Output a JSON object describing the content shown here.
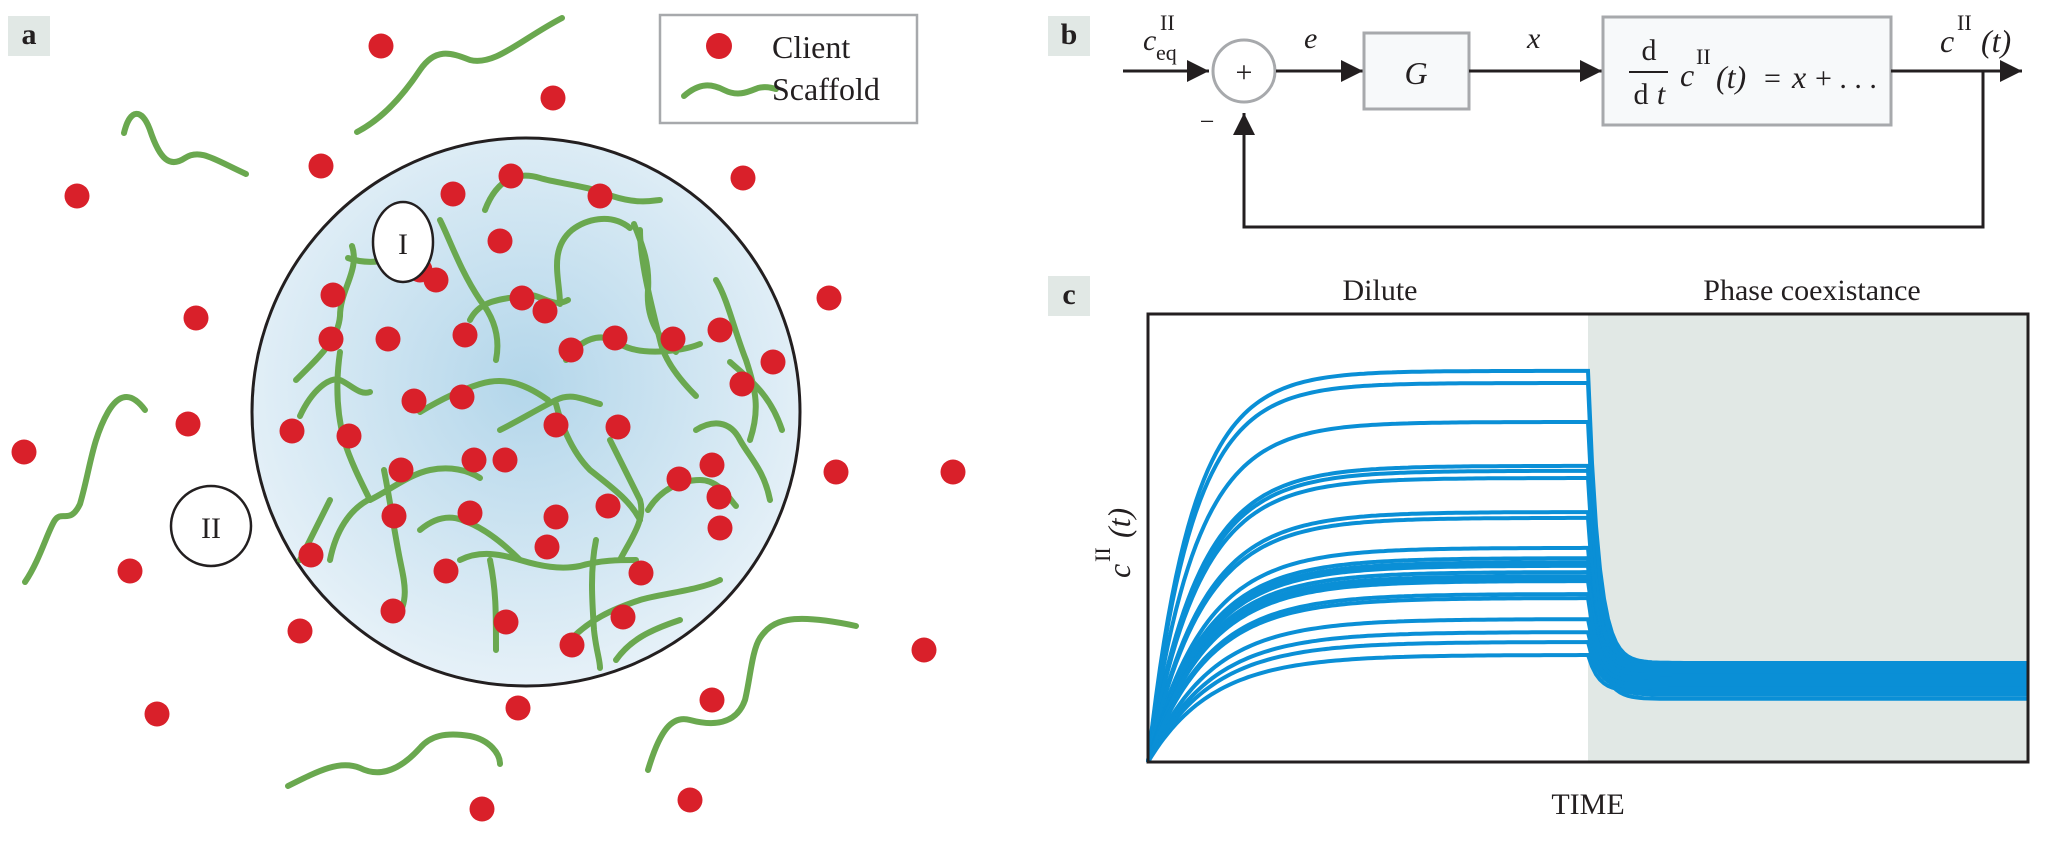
{
  "panels": {
    "a": {
      "tag": "a",
      "legend": {
        "items": [
          {
            "symbol": "red-dot",
            "label": "Client"
          },
          {
            "symbol": "green-wave",
            "label": "Scaffold"
          }
        ]
      },
      "regions": [
        {
          "id": "I",
          "label": "I",
          "meaning": "dense droplet phase"
        },
        {
          "id": "II",
          "label": "II",
          "meaning": "dilute phase"
        }
      ],
      "colors": {
        "client": "#d9202a",
        "scaffold": "#6aa84f",
        "droplet_fill_center": "#b3d6ea",
        "droplet_fill_edge": "#e6f1f8",
        "droplet_border": "#231f20"
      }
    },
    "b": {
      "tag": "b",
      "input_label_base": "c",
      "input_label_sup": "II",
      "input_label_sub": "eq",
      "summing_junction": "+",
      "feedback_sign": "−",
      "error_label": "e",
      "controller_label": "G",
      "control_signal_label": "x",
      "plant_fraction_num": "d",
      "plant_fraction_den_d": "d",
      "plant_fraction_den_t": "t",
      "plant_c": "c",
      "plant_sup": "II",
      "plant_rhs_t": "(t)",
      "plant_rhs_eq": "=",
      "plant_rhs_x": "x",
      "plant_rhs_rest": "+ . . .",
      "output_base": "c",
      "output_sup": "II",
      "output_paren": "(t)",
      "colors": {
        "box_border": "#a7a9ac",
        "box_fill": "#f7f9fa",
        "line": "#231f20"
      }
    },
    "c": {
      "tag": "c",
      "region_labels": [
        "Dilute",
        "Phase coexistance"
      ]
    }
  },
  "chart_data": {
    "type": "line",
    "title": "",
    "xlabel": "TIME",
    "ylabel_base": "c",
    "ylabel_sup": "II",
    "ylabel_paren": "(t)",
    "ylabel": "c^II(t)",
    "x_range": [
      0,
      1
    ],
    "y_range": [
      0,
      1
    ],
    "grid": false,
    "ticks": "none",
    "regions": [
      {
        "label": "Dilute",
        "x_start": 0.0,
        "x_end": 0.5,
        "shade": "none"
      },
      {
        "label": "Phase coexistance",
        "x_start": 0.5,
        "x_end": 1.0,
        "shade": "#e1e8e5"
      }
    ],
    "switch_time": 0.5,
    "line_color": "#0a8fd6",
    "series_description": "Ensemble of trajectories: each rises from 0 to a dilute plateau, then after the switch decays to a common coexistence level",
    "dilute_plateaus": [
      0.873,
      0.846,
      0.759,
      0.661,
      0.65,
      0.634,
      0.558,
      0.545,
      0.478,
      0.455,
      0.446,
      0.438,
      0.424,
      0.415,
      0.409,
      0.404,
      0.375,
      0.366,
      0.319,
      0.29,
      0.268,
      0.239
    ],
    "coexistence_levels": [
      0.221,
      0.215,
      0.208,
      0.2,
      0.194,
      0.186,
      0.18,
      0.172,
      0.165,
      0.158,
      0.15,
      0.141
    ],
    "rise_time_constant": 0.045,
    "decay_time_constant": 0.012
  }
}
